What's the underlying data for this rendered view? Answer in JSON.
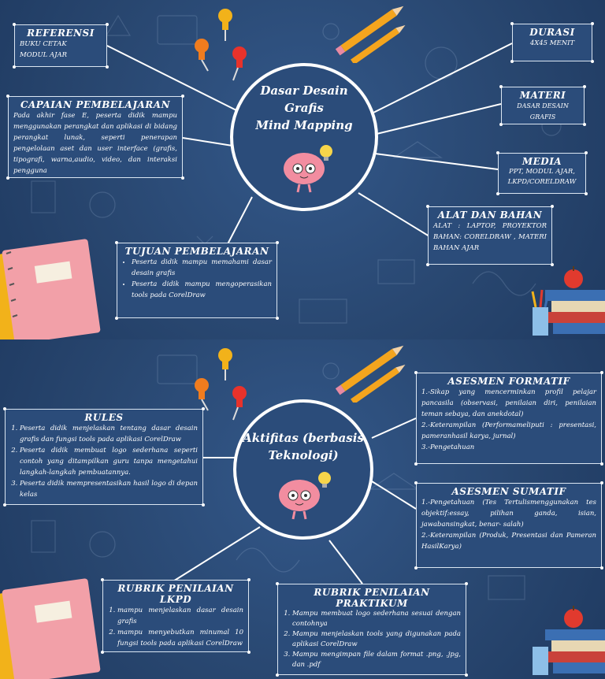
{
  "panel1": {
    "center": {
      "lines": [
        "Dasar Desain",
        "Grafis",
        "Mind Mapping"
      ]
    },
    "referensi": {
      "title": "REFERENSI",
      "items": [
        "BUKU CETAK",
        "MODUL AJAR"
      ]
    },
    "capaian": {
      "title": "CAPAIAN PEMBELAJARAN",
      "text": "Pada akhir fase E, peserta didik mampu menggunakan perangkat dan aplikasi di bidang perangkat lunak, seperti penerapan pengelolaan aset dan user interface (grafis, tipografi, warna,audio, video, dan interaksi pengguna"
    },
    "tujuan": {
      "title": "TUJUAN PEMBELAJARAN",
      "items": [
        "Peserta didik mampu memahami dasar desain grafis",
        "Peserta didik mampu mengoperasikan tools pada CorelDraw"
      ]
    },
    "durasi": {
      "title": "DURASI",
      "text": "4X45 MENIT"
    },
    "materi": {
      "title": "MATERI",
      "text": "DASAR DESAIN GRAFIS"
    },
    "media": {
      "title": "MEDIA",
      "lines": [
        "PPT, MODUL AJAR,",
        "LKPD/CORELDRAW"
      ]
    },
    "alat": {
      "title": "ALAT DAN BAHAN",
      "text": "ALAT : LAPTOP, PROYEKTOR BAHAN: CORELDRAW , MATERI BAHAN AJAR"
    }
  },
  "panel2": {
    "center": {
      "lines": [
        "Aktifitas (berbasis",
        "Teknologi)"
      ]
    },
    "rules": {
      "title": "RULES",
      "items": [
        "Peserta didik menjelaskan tentang dasar desain grafis dan fungsi tools pada aplikasi CorelDraw",
        "Peserta didik membuat logo sederhana seperti contoh yang ditampilkan guru tanpa mengetahui langkah-langkah pembuatannya.",
        "Peserta didik mempresentasikan hasil logo di depan kelas"
      ]
    },
    "formatif": {
      "title": "ASESMEN FORMATIF",
      "items": [
        "1.-Sikap yang mencerminkan profil pelajar pancasila (observasi, penilaian diri, penilaian teman sebaya, dan anekdotal)",
        "2.-Keterampilan (Performameliputi : presentasi, pameranhasil karya, jurnal)",
        "3.-Pengetahuan"
      ]
    },
    "sumatif": {
      "title": "ASESMEN SUMATIF",
      "items": [
        "1.-Pengetahuan (Tes Tertulismenggunakan tes objektif:essay, pilihan ganda, isian, jawabansingkat, benar- salah)",
        "2.-Keterampilan (Produk, Presentasi dan Pameran HasilKarya)"
      ]
    },
    "lkpd": {
      "title": "RUBRIK  PENILAIAN LKPD",
      "items": [
        "mampu menjelaskan dasar desain grafis",
        "mampu menyebutkan minumal 10 fungsi tools pada aplikasi CorelDraw"
      ]
    },
    "praktikum": {
      "title": "RUBRIK PENILAIAN PRAKTIKUM",
      "items": [
        "Mampu membuat logo sederhana sesuai dengan contohnya",
        "Mampu menjelaskan tools yang digunakan pada aplikasi CorelDraw",
        "Mampu mengimpan file dalam format .png, .jpg, dan .pdf"
      ]
    }
  }
}
